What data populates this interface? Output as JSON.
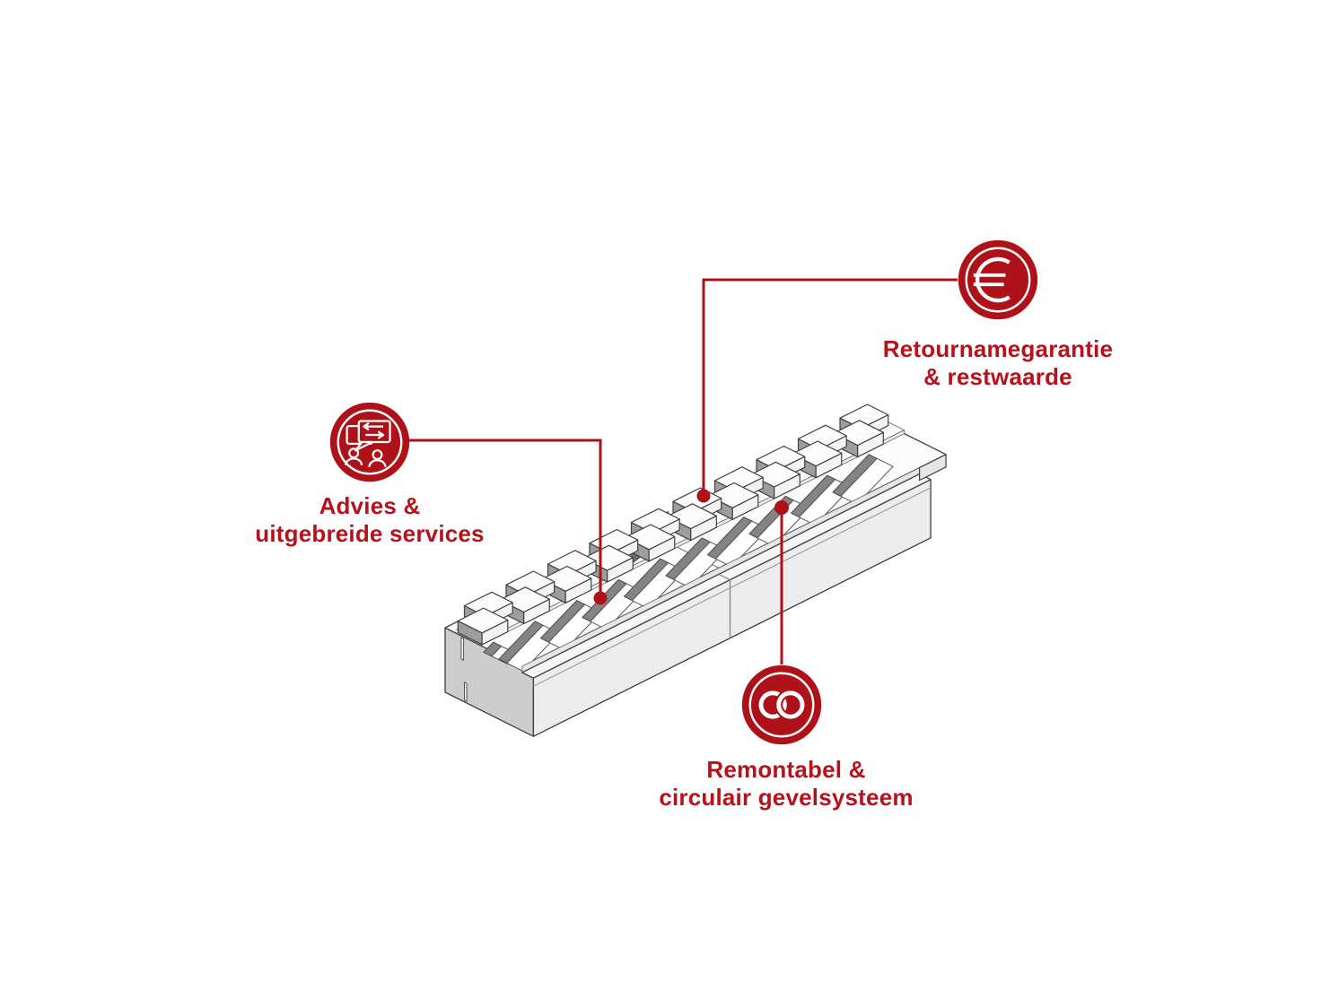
{
  "figure": {
    "background": "#ffffff",
    "accent_color": "#AE1117",
    "text_color": "#B5121B"
  },
  "palette": {
    "beam_outline": "#404040",
    "beam_top": "#fcfcfc",
    "beam_front": "#ededed",
    "beam_end": "#cdcdcd",
    "beam_ledge": "#f6f6f6",
    "beam_step": "#e6e6e6",
    "brick_top": "#fbfbfb",
    "brick_front": "#f3f3f3",
    "brick_side": "#9d9d9d",
    "pocket_wall": "#848484",
    "pocket_floor": "#ffffff",
    "coupler": "#6f6f6f",
    "coupler_dark": "#565656",
    "sill_top": "#f9f9f9",
    "sill_front": "#ececec"
  },
  "callouts": [
    {
      "id": "advies",
      "icon": "dialogue-exchange",
      "line1": "Advies &",
      "line2": "uitgebreide services"
    },
    {
      "id": "retourname",
      "icon": "euro",
      "line1": "Retournamegarantie",
      "line2": "& restwaarde"
    },
    {
      "id": "remontabel",
      "icon": "chain-links",
      "line1": "Remontabel &",
      "line2": "circulair gevelsysteem"
    }
  ]
}
